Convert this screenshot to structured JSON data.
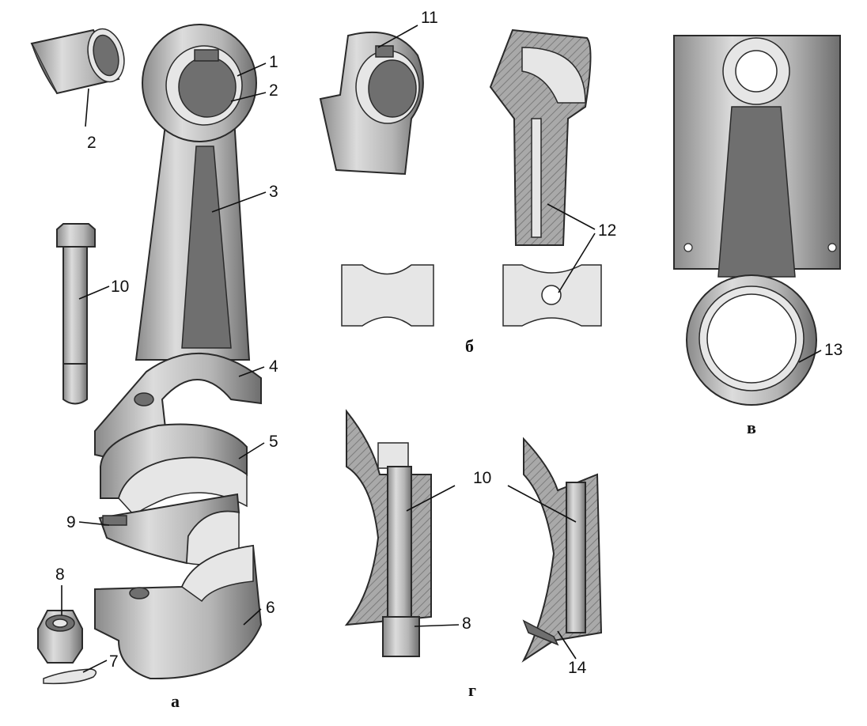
{
  "panels": {
    "a": "а",
    "b": "б",
    "v": "в",
    "g": "г"
  },
  "labels": {
    "l1": "1",
    "l2a": "2",
    "l2b": "2",
    "l3": "3",
    "l4": "4",
    "l5": "5",
    "l6": "6",
    "l7": "7",
    "l8a": "8",
    "l8b": "8",
    "l9": "9",
    "l10a": "10",
    "l10b": "10",
    "l11": "11",
    "l12": "12",
    "l13": "13",
    "l14": "14"
  },
  "colors": {
    "metal_light": "#d9d9d9",
    "metal_dark": "#7a7a7a",
    "ink": "#111111"
  }
}
